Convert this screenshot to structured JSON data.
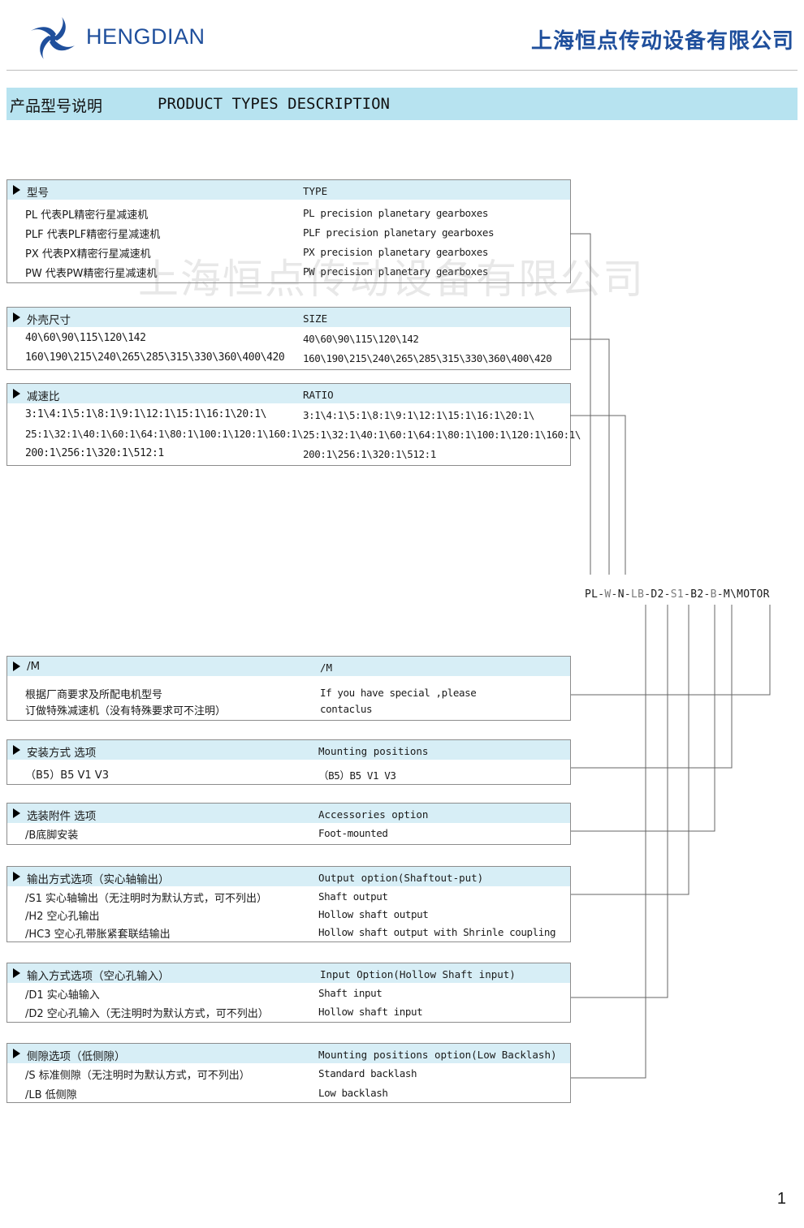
{
  "header": {
    "brand": "HENGDIAN",
    "company": "上海恒点传动设备有限公司",
    "logo_icon": "hengdian-logo-icon",
    "brand_color": "#1f4f9c"
  },
  "title": {
    "cn": "产品型号说明",
    "en": "PRODUCT TYPES DESCRIPTION",
    "bg_color": "#b7e3f0"
  },
  "watermark": "上海恒点传动设备有限公司",
  "sections": {
    "type": {
      "cn": "型号",
      "en": "TYPE",
      "rows": [
        {
          "l": "PL 代表PL精密行星减速机",
          "r": "PL  precision planetary gearboxes"
        },
        {
          "l": "PLF 代表PLF精密行星减速机",
          "r": "PLF precision planetary gearboxes"
        },
        {
          "l": "PX  代表PX精密行星减速机",
          "r": "PX precision planetary gearboxes"
        },
        {
          "l": "PW 代表PW精密行星减速机",
          "r": "PW precision planetary gearboxes"
        }
      ]
    },
    "size": {
      "cn": "外壳尺寸",
      "en": "SIZE",
      "rows": [
        {
          "l": "40\\60\\90\\115\\120\\142",
          "r": "40\\60\\90\\115\\120\\142"
        },
        {
          "l": "160\\190\\215\\240\\265\\285\\315\\330\\360\\400\\420",
          "r": "160\\190\\215\\240\\265\\285\\315\\330\\360\\400\\420"
        }
      ]
    },
    "ratio": {
      "cn": "减速比",
      "en": "RATIO",
      "rows": [
        {
          "l": "3:1\\4:1\\5:1\\8:1\\9:1\\12:1\\15:1\\16:1\\20:1\\",
          "r": "3:1\\4:1\\5:1\\8:1\\9:1\\12:1\\15:1\\16:1\\20:1\\"
        },
        {
          "l": "25:1\\32:1\\40:1\\60:1\\64:1\\80:1\\100:1\\120:1\\160:1\\",
          "r": "25:1\\32:1\\40:1\\60:1\\64:1\\80:1\\100:1\\120:1\\160:1\\"
        },
        {
          "l": "200:1\\256:1\\320:1\\512:1",
          "r": "200:1\\256:1\\320:1\\512:1"
        }
      ]
    },
    "motor": {
      "cn": "/M",
      "en": "/M",
      "rows": [
        {
          "l": "根据厂商要求及所配电机型号",
          "r": "If you have special ,please"
        },
        {
          "l": "订做特殊减速机（没有特殊要求可不注明）",
          "r": "contaclus"
        }
      ]
    },
    "mounting": {
      "cn": "安装方式 选项",
      "en": "Mounting positions",
      "rows": [
        {
          "l": "（B5）B5 V1 V3",
          "r": "（B5）B5 V1 V3"
        }
      ]
    },
    "accessories": {
      "cn": "选装附件 选项",
      "en": "Accessories option",
      "rows": [
        {
          "l": "/B底脚安装",
          "r": "Foot-mounted"
        }
      ]
    },
    "output": {
      "cn": "输出方式选项（实心轴输出）",
      "en": "Output option(Shaftout-put)",
      "rows": [
        {
          "l": "/S1 实心轴输出（无注明时为默认方式，可不列出）",
          "r": "Shaft output"
        },
        {
          "l": "/H2 空心孔输出",
          "r": "Hollow shaft output"
        },
        {
          "l": "/HC3 空心孔带胀紧套联结输出",
          "r": "Hollow shaft output with Shrinle coupling"
        }
      ]
    },
    "input": {
      "cn": "输入方式选项（空心孔输入）",
      "en": "Input  Option(Hollow Shaft input)",
      "rows": [
        {
          "l": "/D1 实心轴输入",
          "r": "Shaft input"
        },
        {
          "l": "/D2 空心孔输入（无注明时为默认方式，可不列出）",
          "r": "Hollow shaft input"
        }
      ]
    },
    "backlash": {
      "cn": "侧隙选项（低侧隙）",
      "en": "Mounting positions option(Low Backlash)",
      "rows": [
        {
          "l": "/S 标准侧隙（无注明时为默认方式，可不列出）",
          "r": "Standard backlash"
        },
        {
          "l": "/LB 低侧隙",
          "r": "Low backlash"
        }
      ]
    }
  },
  "code": {
    "segments": [
      "PL",
      "W",
      "N",
      "LB",
      "D2",
      "S1",
      "B2",
      "B",
      "M\\MOTOR"
    ],
    "dash": "-"
  },
  "page_number": "1"
}
